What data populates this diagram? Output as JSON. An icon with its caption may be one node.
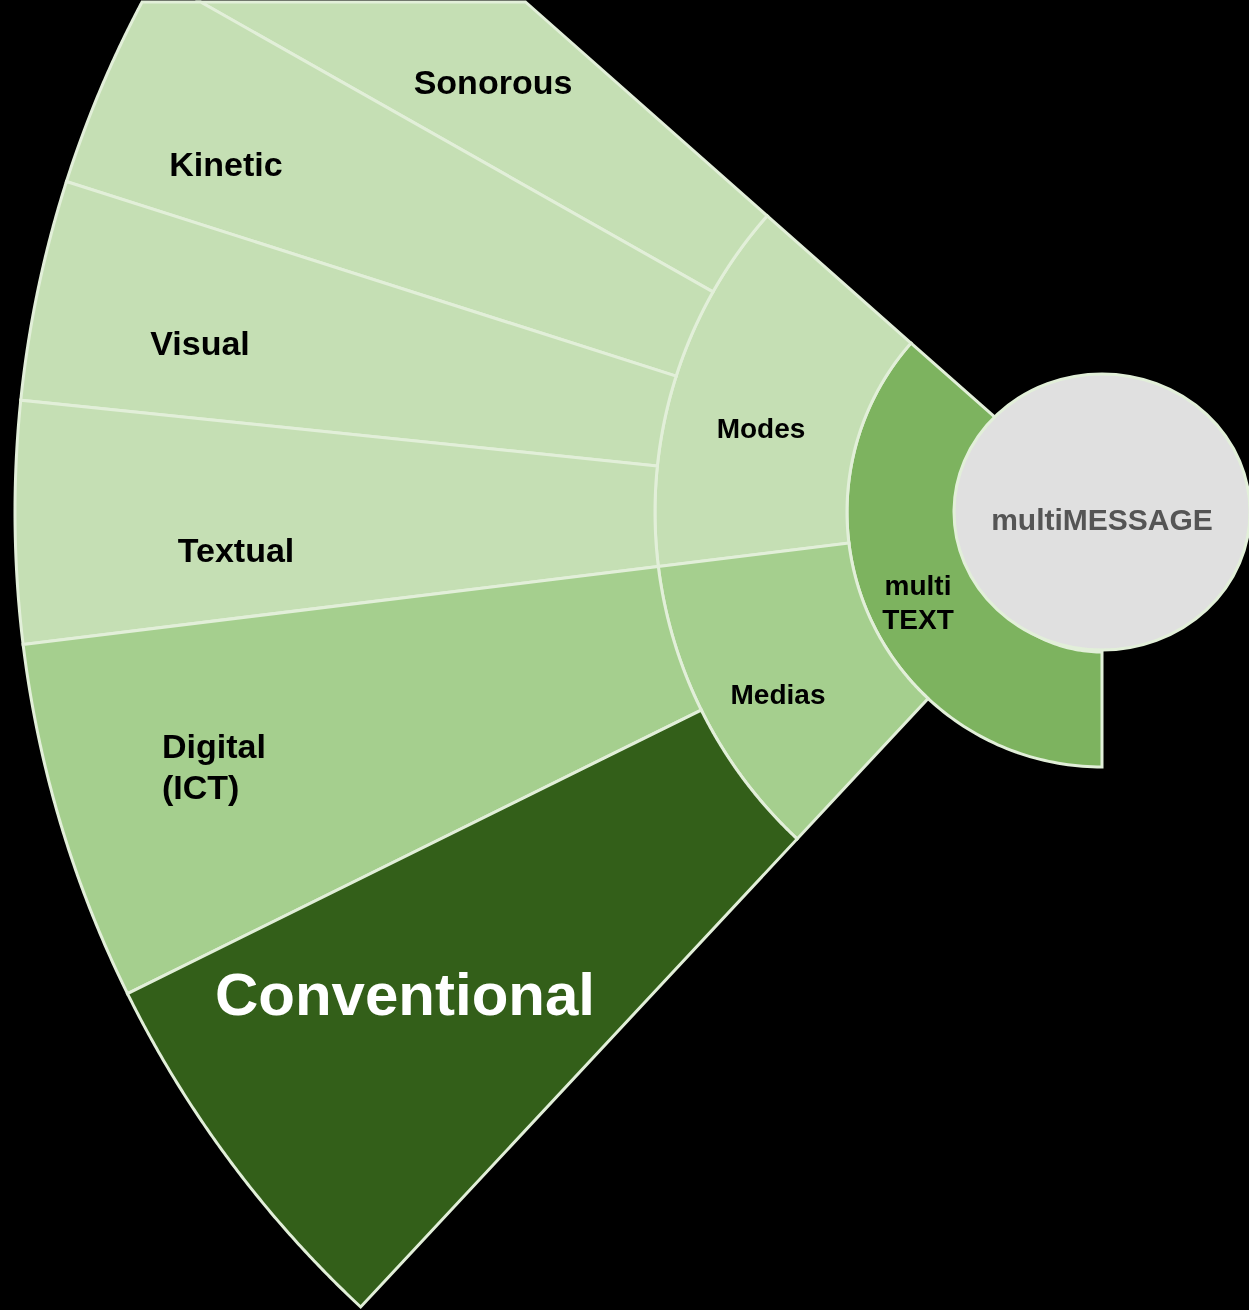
{
  "diagram": {
    "nodes": [
      {
        "text": [
          "multiMESSAGE"
        ]
      },
      {
        "text": [
          "multi TEXT"
        ]
      },
      {
        "text": [
          "Modes"
        ]
      },
      {
        "text": [
          "Medias"
        ]
      },
      {
        "text": [
          "Sonorous"
        ]
      },
      {
        "text": [
          "Kinetic"
        ]
      },
      {
        "text": [
          "Visual"
        ]
      },
      {
        "text": [
          "Textual"
        ]
      },
      {
        "text": [
          "Digital (ICT)"
        ]
      },
      {
        "text": [
          "Conventional"
        ]
      }
    ]
  }
}
